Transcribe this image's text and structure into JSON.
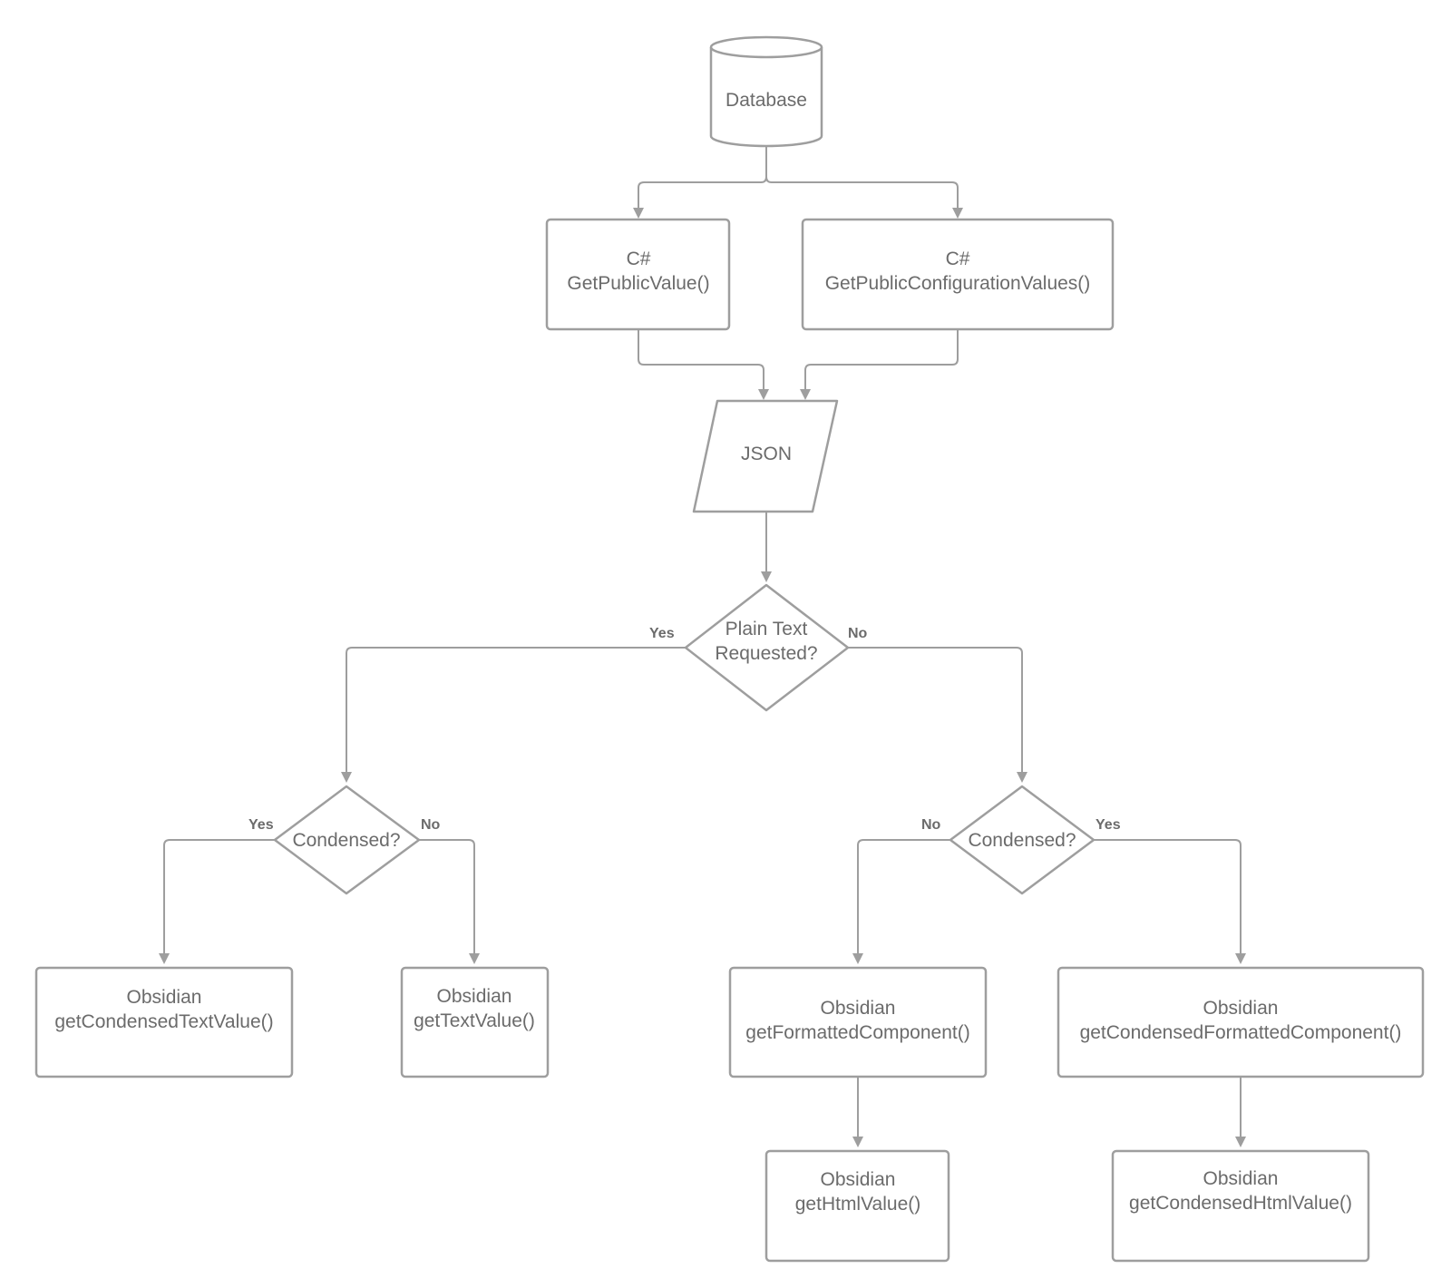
{
  "nodes": {
    "database": "Database",
    "csharp_public_value": [
      "C#",
      "GetPublicValue()"
    ],
    "csharp_public_config": [
      "C#",
      "GetPublicConfigurationValues()"
    ],
    "json": "JSON",
    "plain_text_decision": [
      "Plain Text",
      "Requested?"
    ],
    "condensed_left": "Condensed?",
    "condensed_right": "Condensed?",
    "condensed_text": [
      "Obsidian",
      "getCondensedTextValue()"
    ],
    "text_value": [
      "Obsidian",
      "getTextValue()"
    ],
    "formatted_component": [
      "Obsidian",
      "getFormattedComponent()"
    ],
    "condensed_formatted_component": [
      "Obsidian",
      "getCondensedFormattedComponent()"
    ],
    "html_value": [
      "Obsidian",
      "getHtmlValue()"
    ],
    "condensed_html_value": [
      "Obsidian",
      "getCondensedHtmlValue()"
    ]
  },
  "edge_labels": {
    "plain_yes": "Yes",
    "plain_no": "No",
    "left_yes": "Yes",
    "left_no": "No",
    "right_no": "No",
    "right_yes": "Yes"
  },
  "colors": {
    "stroke": "#9e9e9e",
    "text": "#6b6b6b",
    "background": "#ffffff"
  }
}
